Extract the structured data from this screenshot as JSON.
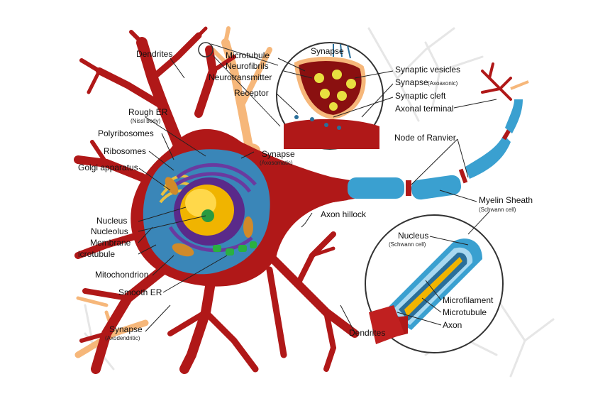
{
  "labels": {
    "dendrites_top": "Dendrites",
    "dendrites_bottom": "Dendrites",
    "rough_er": "Rough ER",
    "rough_er_sub": "(Nissl body)",
    "polyribosomes": "Polyribosomes",
    "ribosomes": "Ribosomes",
    "golgi": "Golgi apparatus",
    "nucleus": "Nucleus",
    "nucleolus": "Nucleolus",
    "membrane": "Membrane",
    "microtubule_left": "icrotubule",
    "mitochondrion": "Mitochondrion",
    "smooth_er": "Smooth ER",
    "synapse_axodendritic": "Synapse",
    "synapse_axodendritic_sub": "(Axodendritic)",
    "synapse_axosomatic": "Synapse",
    "synapse_axosomatic_sub": "(Axosomatic)",
    "axon_hillock": "Axon hillock",
    "microtubule_top": "Microtubule",
    "neurofibrils": "Neurofibrils",
    "neurotransmitter": "Neurotransmitter",
    "receptor": "Receptor",
    "synapse_top": "Synapse",
    "synaptic_vesicles": "Synaptic vesicles",
    "synapse_axoaxonic": "Synapse",
    "synapse_axoaxonic_sub": "(Axoaxonic)",
    "synaptic_cleft": "Synaptic cleft",
    "axonal_terminal": "Axonal terminal",
    "node_of_ranvier": "Node of Ranvier",
    "myelin_sheath": "Myelin Sheath",
    "myelin_sheath_sub": "(Schwann cell)",
    "schwann_nucleus": "Nucleus",
    "schwann_nucleus_sub": "(Schwann cell)",
    "microfilament": "Microfilament",
    "microtubule_inset": "Microtubule",
    "axon": "Axon"
  },
  "colors": {
    "neuron_body": "#b01818",
    "neuron_dark": "#8c1010",
    "myelin_blue": "#3aa0d0",
    "myelin_dark": "#2a6f9a",
    "cytoplasm": "#3a86b8",
    "nucleus_purple": "#5a2a8a",
    "nucleus_yellow": "#f0b400",
    "nucleolus_green": "#2a9a40",
    "synapse_orange": "#f5a55a",
    "background_neurons": "#e8e8e8"
  }
}
